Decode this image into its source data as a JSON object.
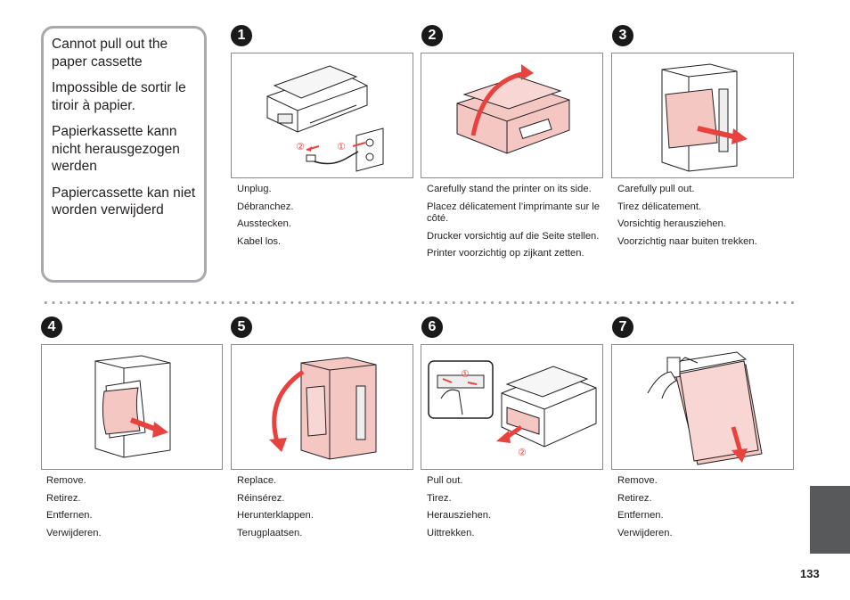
{
  "title_box": {
    "lines": [
      "Cannot pull out the paper cassette",
      "Impossible de sortir le tiroir à papier.",
      "Papierkassette kann nicht herausgezogen werden",
      "Papiercassette kan niet worden verwijderd"
    ]
  },
  "steps": [
    {
      "num": "1",
      "captions": [
        "Unplug.",
        "Débranchez.",
        "Ausstecken.",
        "Kabel los."
      ],
      "callouts": [
        "②",
        "①"
      ]
    },
    {
      "num": "2",
      "captions": [
        "Carefully stand the printer on its side.",
        "Placez délicatement l’imprimante sur le côté.",
        "Drucker vorsichtig auf die Seite stellen.",
        "Printer voorzichtig op zijkant zetten."
      ]
    },
    {
      "num": "3",
      "captions": [
        "Carefully pull out.",
        "Tirez délicatement.",
        "Vorsichtig herausziehen.",
        "Voorzichtig naar buiten trekken."
      ]
    },
    {
      "num": "4",
      "captions": [
        "Remove.",
        "Retirez.",
        "Entfernen.",
        "Verwijderen."
      ]
    },
    {
      "num": "5",
      "captions": [
        "Replace.",
        "Réinsérez.",
        "Herunterklappen.",
        "Terugplaatsen."
      ]
    },
    {
      "num": "6",
      "captions": [
        "Pull out.",
        "Tirez.",
        "Herausziehen.",
        "Uittrekken."
      ],
      "callouts": [
        "①",
        "②"
      ]
    },
    {
      "num": "7",
      "captions": [
        "Remove.",
        "Retirez.",
        "Entfernen.",
        "Verwijderen."
      ]
    }
  ],
  "page_number": "133",
  "colors": {
    "arrow_red": "#e8423f",
    "paper_pink": "#f4c7c3",
    "outline": "#231f20",
    "tab_gray": "#58595b"
  }
}
